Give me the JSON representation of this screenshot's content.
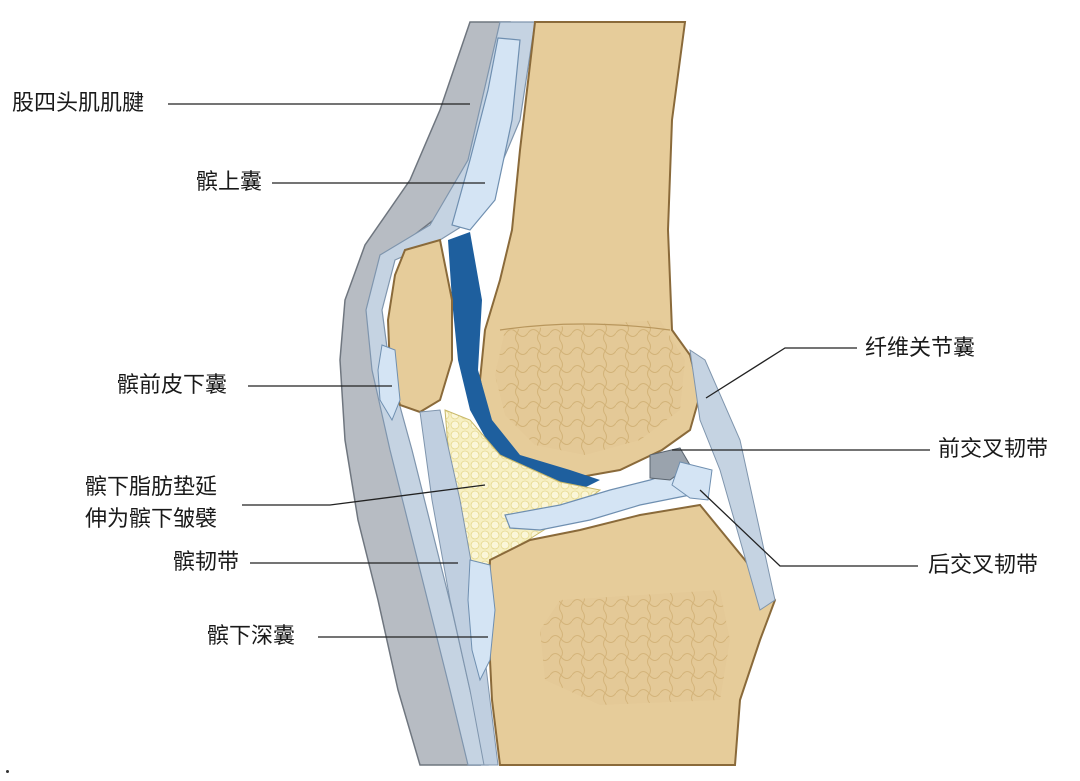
{
  "labels": {
    "quadriceps_tendon": "股四头肌肌腱",
    "suprapatellar_bursa": "髌上囊",
    "prepatellar_bursa": "髌前皮下囊",
    "infrapatellar_fat_pad_line1": "髌下脂肪垫延",
    "infrapatellar_fat_pad_line2": "伸为髌下皱襞",
    "patellar_ligament": "髌韧带",
    "deep_infrapatellar_bursa": "髌下深囊",
    "fibrous_capsule": "纤维关节囊",
    "acl": "前交叉韧带",
    "pcl": "后交叉韧带"
  },
  "colors": {
    "bone": "#e8cfa0",
    "bone_outline": "#8a6a3a",
    "bursa": "#cfe0f2",
    "bursa_dark": "#1e5f9e",
    "capsule": "#a9b4c2",
    "skin": "#b8bcc2",
    "fat": "#f6edb8",
    "leader": "#222222"
  }
}
